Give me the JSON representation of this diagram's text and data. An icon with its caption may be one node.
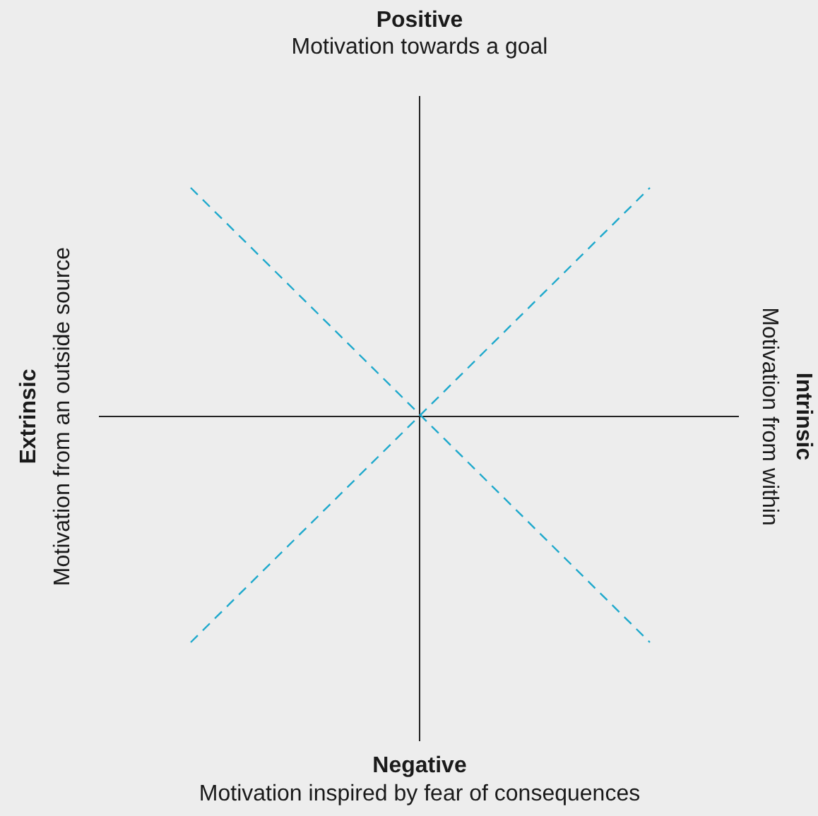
{
  "diagram": {
    "labels": [
      "Positive",
      "Motivation towards a goal",
      "Extrinsic",
      "Motivation from an outside source",
      "Intrinsic",
      "Motivation from within",
      "Negative",
      "Motivation inspired by fear of consequences"
    ]
  }
}
